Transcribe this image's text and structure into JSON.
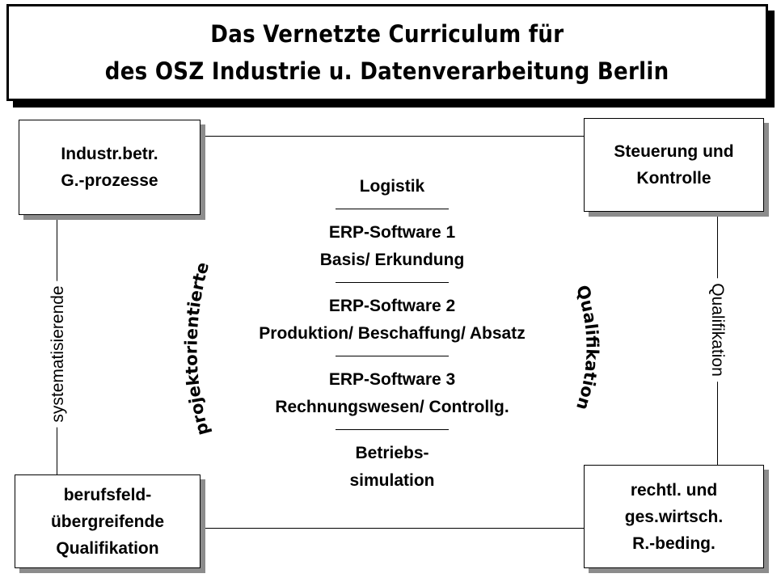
{
  "title": {
    "line1": "Das Vernetzte Curriculum für",
    "line2": "des OSZ Industrie u. Datenverarbeitung Berlin"
  },
  "corners": {
    "top_left": [
      "Industr.betr.",
      "G.-prozesse"
    ],
    "top_right": [
      "Steuerung und",
      "Kontrolle"
    ],
    "bottom_left": [
      "berufsfeld-",
      "übergreifende",
      "Qualifikation"
    ],
    "bottom_right": [
      "rechtl. und",
      "ges.wirtsch.",
      "R.-beding."
    ]
  },
  "edge_labels": {
    "left": "systematisierende",
    "right": "Qualifikation"
  },
  "arc_labels": {
    "left": "projektorientierte",
    "right": "Qualifikation"
  },
  "center_items": [
    [
      "Logistik"
    ],
    [
      "ERP-Software 1",
      "Basis/ Erkundung"
    ],
    [
      "ERP-Software 2",
      "Produktion/ Beschaffung/ Absatz"
    ],
    [
      "ERP-Software 3",
      "Rechnungswesen/ Controllg."
    ],
    [
      "Betriebs-",
      "simulation"
    ]
  ]
}
